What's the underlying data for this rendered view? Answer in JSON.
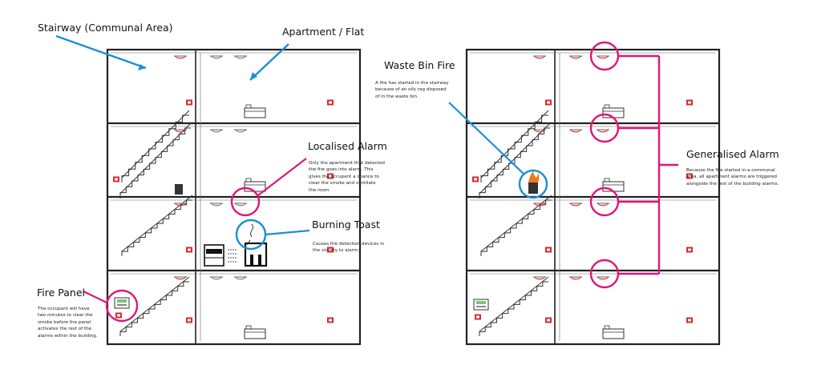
{
  "colors": {
    "accent_pink": "#e0157a",
    "accent_blue": "#1a8fd6",
    "alarm_red": "#d92b2b",
    "wall": "#333333",
    "bin_fire": "#f07a1a"
  },
  "labels": {
    "stairway": "Stairway (Communal Area)",
    "apartment": "Apartment / Flat",
    "localised_alarm": "Localised Alarm",
    "localised_desc": [
      "Only the apartment that detected",
      "the fire goes into alarm. This",
      "gives the occupant a chance to",
      "clear the smoke and ventilate",
      "the room."
    ],
    "burning_toast": "Burning Toast",
    "burning_desc": [
      "Causes fire detection devices in",
      "the vicinity to alarm."
    ],
    "fire_panel": "Fire Panel",
    "fire_panel_desc": [
      "The occupant will have",
      "two minutes to clear the",
      "smoke before the panel",
      "activates the rest of the",
      "alarms within the building."
    ],
    "waste_bin_fire": "Waste Bin Fire",
    "waste_desc": [
      "A fire has started in the stairway",
      "because of an oily rag disposed",
      "of in the waste bin."
    ],
    "generalised_alarm": "Generalised Alarm",
    "generalised_desc": [
      "Because the fire started in a communal",
      "area, all apartment alarms are triggered",
      "alongside the rest of the building alarms."
    ]
  },
  "icons": [
    "smoke-detector-icon",
    "alarm-sounder-icon",
    "fire-panel-icon",
    "waste-bin-icon",
    "fire-flame-icon",
    "cooker-icon",
    "toaster-icon",
    "bed-icon",
    "smoke-wisp-icon"
  ]
}
